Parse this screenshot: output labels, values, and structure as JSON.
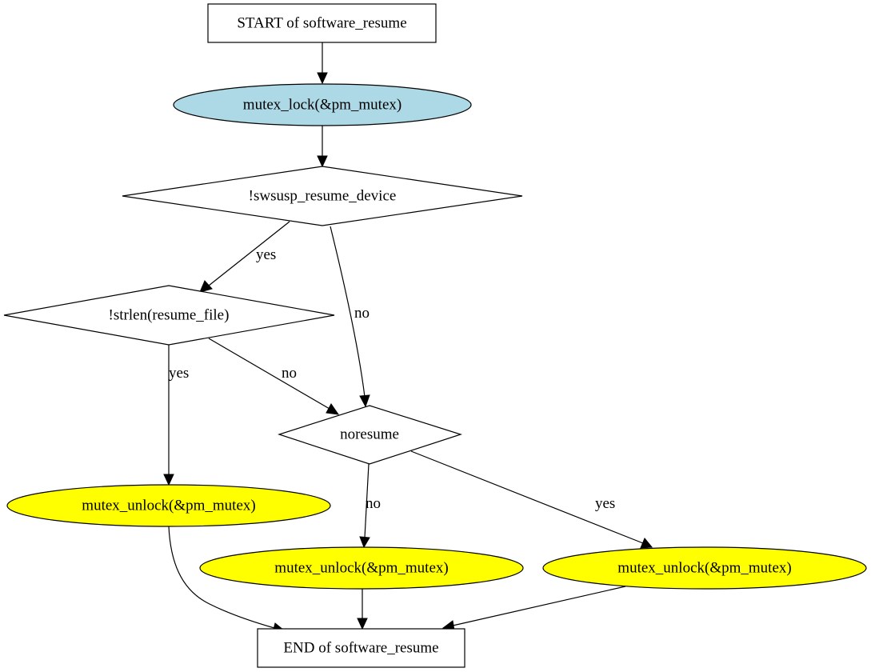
{
  "colors": {
    "lock_fill": "#add8e6",
    "unlock_fill": "#ffff00",
    "box_fill": "#ffffff",
    "stroke": "#000000"
  },
  "nodes": {
    "start": "START of software_resume",
    "lock": "mutex_lock(&pm_mutex)",
    "cond_device": "!swsusp_resume_device",
    "cond_file": "!strlen(resume_file)",
    "cond_noresume": "noresume",
    "unlock_left": "mutex_unlock(&pm_mutex)",
    "unlock_mid": "mutex_unlock(&pm_mutex)",
    "unlock_right": "mutex_unlock(&pm_mutex)",
    "end": "END of software_resume"
  },
  "edges": {
    "device_yes": "yes",
    "device_no": "no",
    "file_yes": "yes",
    "file_no": "no",
    "noresume_no": "no",
    "noresume_yes": "yes"
  }
}
